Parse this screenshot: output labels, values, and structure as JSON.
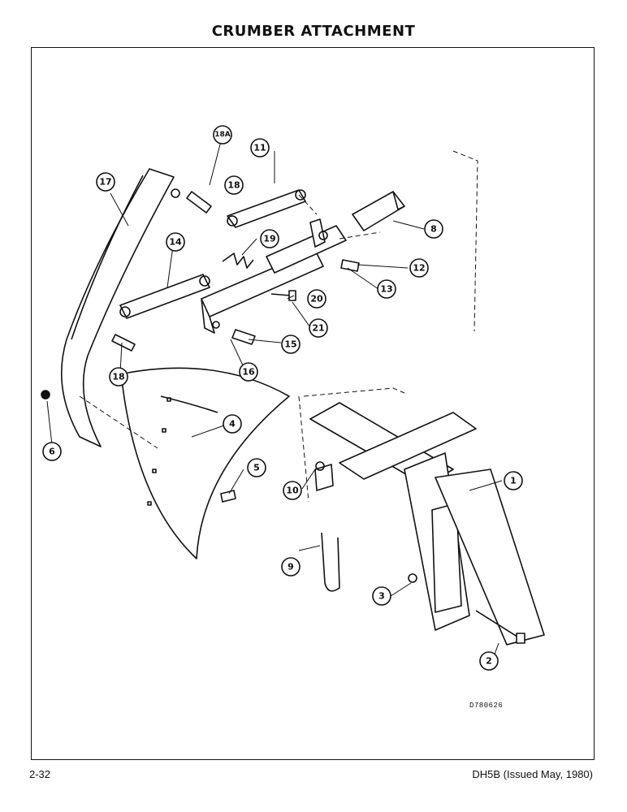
{
  "page": {
    "title": "CRUMBER ATTACHMENT",
    "drawing_number": "D780626",
    "page_number": "2-32",
    "publication": "DH5B (Issued May, 1980)"
  },
  "callouts": {
    "c18A": "18A",
    "c11": "11",
    "c17": "17",
    "c18a": "18",
    "c8": "8",
    "c14": "14",
    "c19": "19",
    "c12": "12",
    "c13": "13",
    "c20": "20",
    "c21": "21",
    "c15": "15",
    "c16": "16",
    "c18b": "18",
    "c4": "4",
    "c6": "6",
    "c5": "5",
    "c1": "1",
    "c10": "10",
    "c9": "9",
    "c3": "3",
    "c2": "2"
  }
}
